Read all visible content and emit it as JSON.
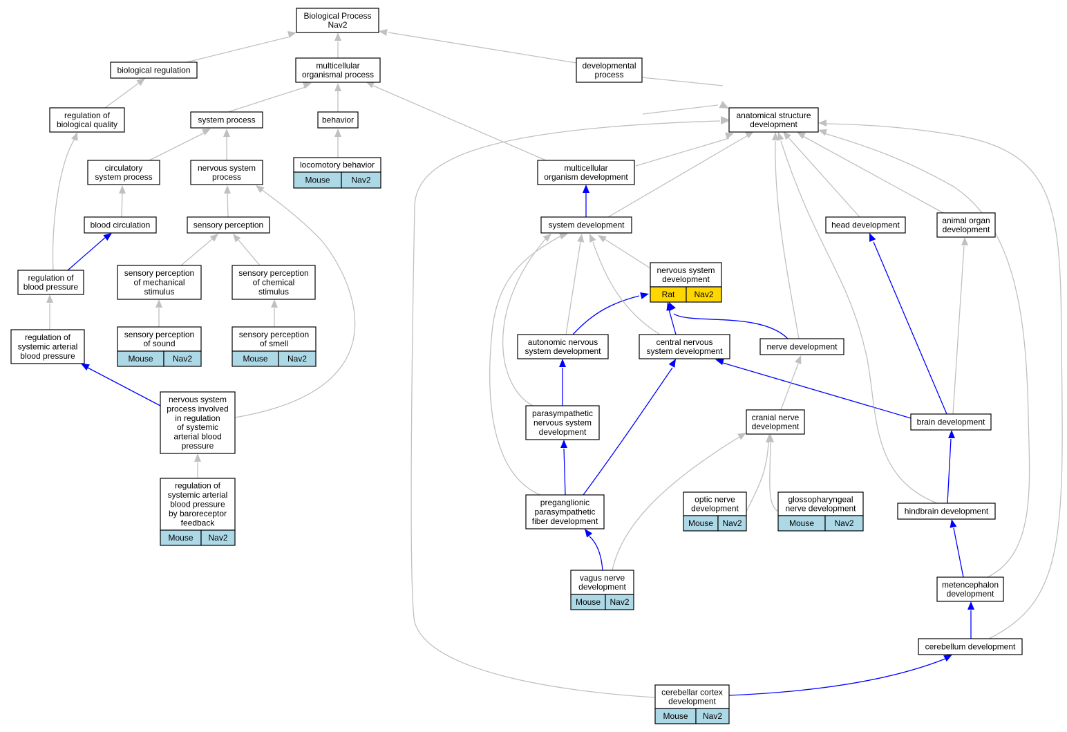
{
  "colors": {
    "edge_gray": "#c0c0c0",
    "edge_blue": "#0000ff",
    "mouse_cell": "#add8e6",
    "rat_cell": "#ffd700",
    "node_border": "#000000"
  },
  "nodes": {
    "root": {
      "lines": [
        "Biological Process",
        "Nav2"
      ]
    },
    "biological_regulation": {
      "lines": [
        "biological regulation"
      ]
    },
    "multicellular_organismal_process": {
      "lines": [
        "multicellular",
        "organismal process"
      ]
    },
    "developmental_process": {
      "lines": [
        "developmental",
        "process"
      ]
    },
    "regulation_of_biological_quality": {
      "lines": [
        "regulation of",
        "biological quality"
      ]
    },
    "system_process": {
      "lines": [
        "system process"
      ]
    },
    "behavior": {
      "lines": [
        "behavior"
      ]
    },
    "anatomical_structure_development": {
      "lines": [
        "anatomical structure",
        "development"
      ]
    },
    "circulatory_system_process": {
      "lines": [
        "circulatory",
        "system process"
      ]
    },
    "nervous_system_process": {
      "lines": [
        "nervous system",
        "process"
      ]
    },
    "locomotory_behavior": {
      "lines": [
        "locomotory behavior"
      ],
      "cells": [
        "Mouse",
        "Nav2"
      ]
    },
    "multicellular_organism_development": {
      "lines": [
        "multicellular",
        "organism development"
      ]
    },
    "blood_circulation": {
      "lines": [
        "blood circulation"
      ]
    },
    "sensory_perception": {
      "lines": [
        "sensory perception"
      ]
    },
    "system_development": {
      "lines": [
        "system development"
      ]
    },
    "head_development": {
      "lines": [
        "head development"
      ]
    },
    "animal_organ_development": {
      "lines": [
        "animal organ",
        "development"
      ]
    },
    "regulation_of_blood_pressure": {
      "lines": [
        "regulation of",
        "blood pressure"
      ]
    },
    "sensory_perception_mechanical": {
      "lines": [
        "sensory perception",
        "of mechanical",
        "stimulus"
      ]
    },
    "sensory_perception_chemical": {
      "lines": [
        "sensory perception",
        "of chemical",
        "stimulus"
      ]
    },
    "nervous_system_development": {
      "lines": [
        "nervous system",
        "development"
      ],
      "cells": [
        "Rat",
        "Nav2"
      ],
      "rat": true
    },
    "regulation_of_systemic_arterial_bp": {
      "lines": [
        "regulation of",
        "systemic arterial",
        "blood pressure"
      ]
    },
    "sensory_perception_of_sound": {
      "lines": [
        "sensory perception",
        "of sound"
      ],
      "cells": [
        "Mouse",
        "Nav2"
      ]
    },
    "sensory_perception_of_smell": {
      "lines": [
        "sensory perception",
        "of smell"
      ],
      "cells": [
        "Mouse",
        "Nav2"
      ]
    },
    "autonomic_nervous_system_development": {
      "lines": [
        "autonomic nervous",
        "system development"
      ]
    },
    "central_nervous_system_development": {
      "lines": [
        "central nervous",
        "system development"
      ]
    },
    "nerve_development": {
      "lines": [
        "nerve development"
      ]
    },
    "nervous_system_process_regulation": {
      "lines": [
        "nervous system",
        "process involved",
        "in regulation",
        "of systemic",
        "arterial blood",
        "pressure"
      ]
    },
    "parasympathetic_nervous_system_development": {
      "lines": [
        "parasympathetic",
        "nervous system",
        "development"
      ]
    },
    "cranial_nerve_development": {
      "lines": [
        "cranial nerve",
        "development"
      ]
    },
    "brain_development": {
      "lines": [
        "brain development"
      ]
    },
    "regulation_by_baroreceptor": {
      "lines": [
        "regulation of",
        "systemic arterial",
        "blood pressure",
        "by baroreceptor",
        "feedback"
      ],
      "cells": [
        "Mouse",
        "Nav2"
      ]
    },
    "preganglionic_development": {
      "lines": [
        "preganglionic",
        "parasympathetic",
        "fiber development"
      ]
    },
    "optic_nerve_development": {
      "lines": [
        "optic nerve",
        "development"
      ],
      "cells": [
        "Mouse",
        "Nav2"
      ]
    },
    "glossopharyngeal_nerve_development": {
      "lines": [
        "glossopharyngeal",
        "nerve development"
      ],
      "cells": [
        "Mouse",
        "Nav2"
      ]
    },
    "hindbrain_development": {
      "lines": [
        "hindbrain development"
      ]
    },
    "vagus_nerve_development": {
      "lines": [
        "vagus nerve",
        "development"
      ],
      "cells": [
        "Mouse",
        "Nav2"
      ]
    },
    "metencephalon_development": {
      "lines": [
        "metencephalon",
        "development"
      ]
    },
    "cerebellum_development": {
      "lines": [
        "cerebellum development"
      ]
    },
    "cerebellar_cortex_development": {
      "lines": [
        "cerebellar cortex",
        "development"
      ],
      "cells": [
        "Mouse",
        "Nav2"
      ]
    }
  }
}
